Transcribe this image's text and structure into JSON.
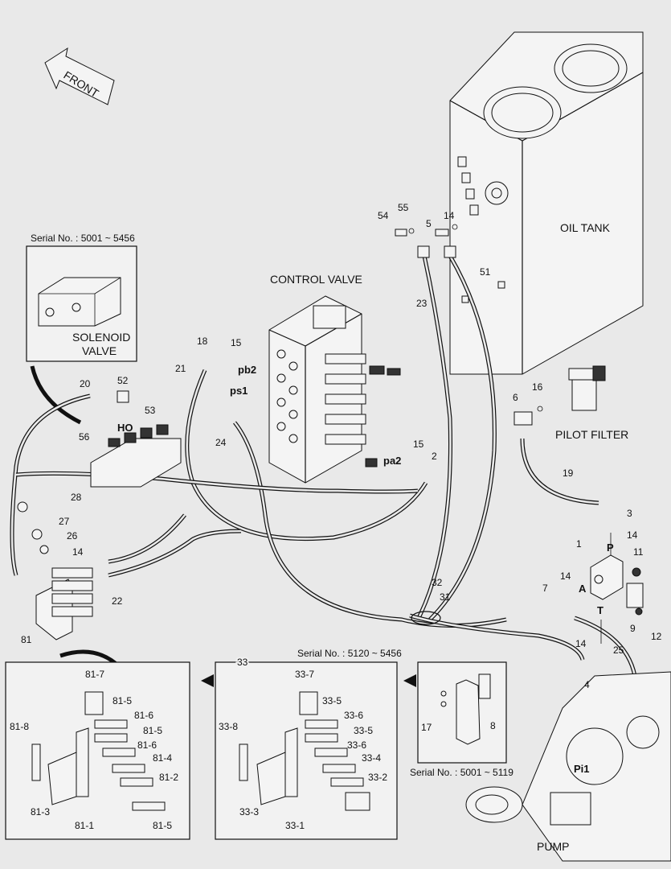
{
  "direction_arrow": {
    "label": "FRONT"
  },
  "components": {
    "oil_tank": "OIL TANK",
    "control_valve": "CONTROL VALVE",
    "pilot_filter": "PILOT FILTER",
    "pump": "PUMP",
    "solenoid_valve_line1": "SOLENOID",
    "solenoid_valve_line2": "VALVE"
  },
  "ports": {
    "pb2": "pb2",
    "ps1": "ps1",
    "pa2": "pa2",
    "HO": "HO",
    "P": "P",
    "A": "A",
    "T": "T",
    "Pi1": "Pi1"
  },
  "serial_notes": {
    "solenoid": "Serial No. : 5001 ~ 5456",
    "manifold_33": "Serial No. : 5120 ~ 5456",
    "bracket": "Serial No. : 5001 ~ 5119"
  },
  "callouts": {
    "c54": "54",
    "c55": "55",
    "c5": "5",
    "c14a": "14",
    "c51": "51",
    "c23": "23",
    "c18": "18",
    "c15a": "15",
    "c21": "21",
    "c20": "20",
    "c52": "52",
    "c53": "53",
    "c56": "56",
    "c24": "24",
    "c15b": "15",
    "c2": "2",
    "c28": "28",
    "c27": "27",
    "c26": "26",
    "c14b": "14",
    "c22": "22",
    "c81": "81",
    "c6": "6",
    "c16": "16",
    "c19": "19",
    "c3": "3",
    "c14c": "14",
    "c1": "1",
    "c11": "11",
    "c14d": "14",
    "c7": "7",
    "c32": "32",
    "c31": "31",
    "c9": "9",
    "c12": "12",
    "c14e": "14",
    "c25": "25",
    "c4": "4",
    "c33": "33",
    "c17": "17",
    "c8": "8"
  },
  "detail_81": {
    "labels": [
      "81-7",
      "81-5",
      "81-6",
      "81-5",
      "81-6",
      "81-4",
      "81-2",
      "81-5",
      "81-8",
      "81-3",
      "81-1"
    ]
  },
  "detail_33": {
    "labels": [
      "33-7",
      "33-5",
      "33-6",
      "33-5",
      "33-6",
      "33-4",
      "33-2",
      "33-8",
      "33-3",
      "33-1"
    ]
  }
}
